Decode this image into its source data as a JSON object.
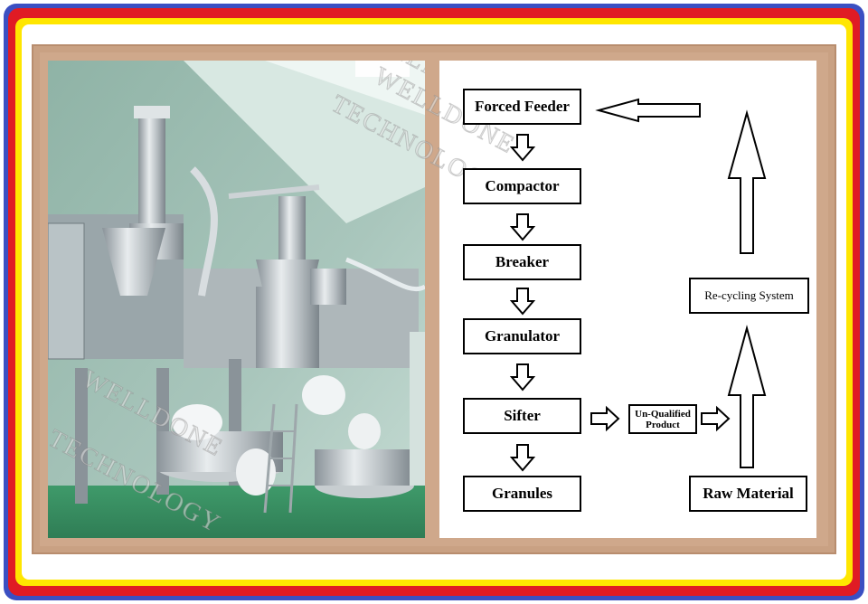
{
  "colors": {
    "outer_blue": "#3b4fc2",
    "red_band": "#e01b24",
    "yellow_band": "#ffe600",
    "tan_border": "#c9a183",
    "paper": "#ffffff"
  },
  "photo": {
    "description_icon": "industrial-compactor-machine-photo",
    "watermark_line1": "WELLDONE",
    "watermark_line2": "TECHNOLOGY"
  },
  "flow": {
    "watermark_line1": "WELLDONE",
    "watermark_line2": "TECHNOLOGY",
    "steps": [
      "Forced Feeder",
      "Compactor",
      "Breaker",
      "Granulator",
      "Sifter",
      "Granules"
    ],
    "unqualified": "Un-Qualified Product",
    "recycling": "Re-cycling System",
    "raw_material": "Raw Material"
  }
}
